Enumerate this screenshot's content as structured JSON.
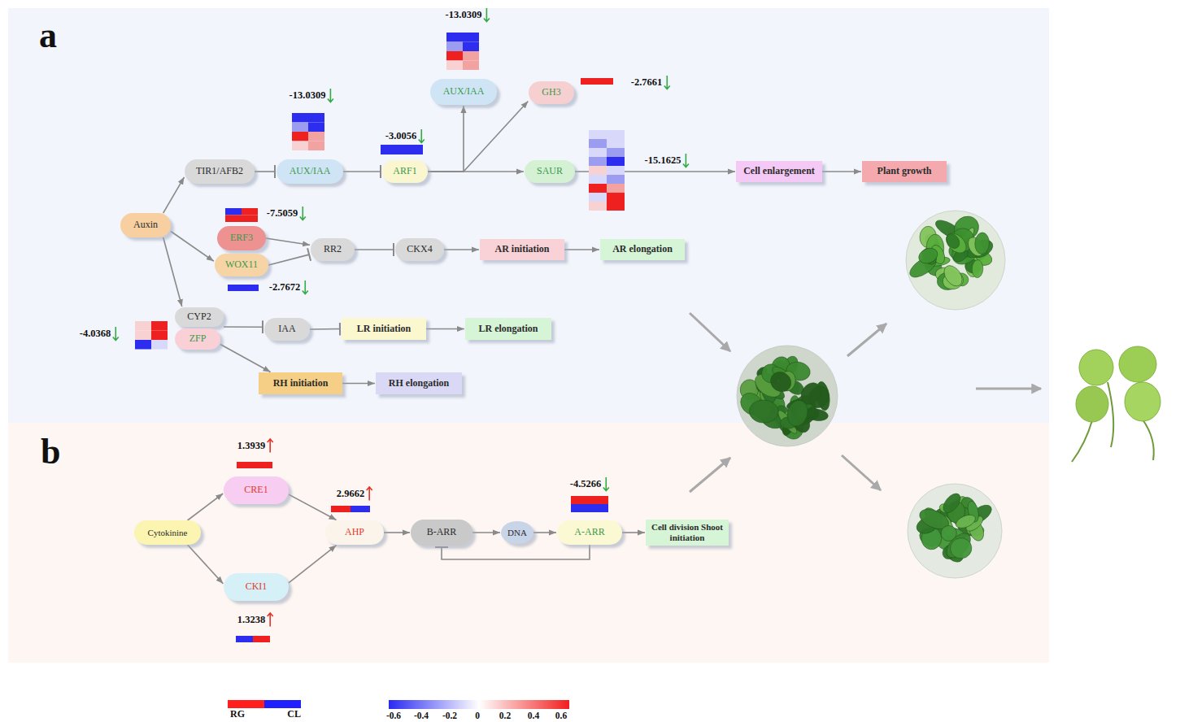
{
  "diagram": {
    "nodes": [
      {
        "text": [
          "a"
        ]
      },
      {
        "text": [
          "Auxin"
        ],
        "in": 0
      },
      {
        "text": [
          "TIR1/AFB2"
        ],
        "in": 0
      },
      {
        "text": [
          "AUX/IAA"
        ],
        "in": 0
      },
      {
        "text": [
          "ARF1"
        ],
        "in": 0
      },
      {
        "text": [
          "AUX/IAA"
        ],
        "in": 0
      },
      {
        "text": [
          "GH3"
        ],
        "in": 0
      },
      {
        "text": [
          "SAUR"
        ],
        "in": 0
      },
      {
        "text": [
          "Cell enlargement"
        ],
        "in": 0
      },
      {
        "text": [
          "Plant growth"
        ],
        "in": 0
      },
      {
        "text": [
          "ERF3"
        ],
        "in": 0
      },
      {
        "text": [
          "WOX11"
        ],
        "in": 0
      },
      {
        "text": [
          "RR2"
        ],
        "in": 0
      },
      {
        "text": [
          "CKX4"
        ],
        "in": 0
      },
      {
        "text": [
          "AR initiation"
        ],
        "in": 0
      },
      {
        "text": [
          "AR elongation"
        ],
        "in": 0
      },
      {
        "text": [
          "CYP2"
        ],
        "in": 0
      },
      {
        "text": [
          "ZFP"
        ],
        "in": 0
      },
      {
        "text": [
          "IAA"
        ],
        "in": 0
      },
      {
        "text": [
          "LR initiation"
        ],
        "in": 0
      },
      {
        "text": [
          "LR elongation"
        ],
        "in": 0
      },
      {
        "text": [
          "RH initiation"
        ],
        "in": 0
      },
      {
        "text": [
          "RH elongation"
        ],
        "in": 0
      },
      {
        "text": [
          "b"
        ]
      },
      {
        "text": [
          "Cytokinine"
        ],
        "in": 23
      },
      {
        "text": [
          "CRE1"
        ],
        "in": 23
      },
      {
        "text": [
          "CKI1"
        ],
        "in": 23
      },
      {
        "text": [
          "AHP"
        ],
        "in": 23
      },
      {
        "text": [
          "B-ARR"
        ],
        "in": 23
      },
      {
        "text": [
          "DNA"
        ],
        "in": 23
      },
      {
        "text": [
          "A-ARR"
        ],
        "in": 23
      },
      {
        "text": [
          "Cell division Shoot initiation"
        ],
        "in": 23
      }
    ],
    "edges": [
      {
        "from": 1,
        "to": 2,
        "arrow": "to"
      },
      {
        "from": 1,
        "to": 11,
        "arrow": "to"
      },
      {
        "from": 1,
        "to": 16,
        "arrow": "to"
      },
      {
        "from": 2,
        "to": 3,
        "arrow": "to"
      },
      {
        "from": 3,
        "to": 4,
        "arrow": "to"
      },
      {
        "from": 4,
        "to": 5,
        "arrow": "to"
      },
      {
        "from": 4,
        "to": 6,
        "arrow": "to"
      },
      {
        "from": 4,
        "to": 7,
        "arrow": "to"
      },
      {
        "from": 7,
        "to": 8,
        "arrow": "to"
      },
      {
        "from": 8,
        "to": 9,
        "arrow": "to"
      },
      {
        "from": 10,
        "to": 12,
        "arrow": "to"
      },
      {
        "from": 11,
        "to": 12,
        "arrow": "to"
      },
      {
        "from": 12,
        "to": 13,
        "arrow": "to"
      },
      {
        "from": 13,
        "to": 14,
        "arrow": "to"
      },
      {
        "from": 14,
        "to": 15,
        "arrow": "to"
      },
      {
        "from": 16,
        "to": 18,
        "arrow": "to"
      },
      {
        "from": 18,
        "to": 19,
        "arrow": "to"
      },
      {
        "from": 19,
        "to": 20,
        "arrow": "to"
      },
      {
        "from": 17,
        "to": 21,
        "arrow": "to"
      },
      {
        "from": 21,
        "to": 22,
        "arrow": "to"
      },
      {
        "from": 24,
        "to": 25,
        "arrow": "to"
      },
      {
        "from": 24,
        "to": 26,
        "arrow": "to"
      },
      {
        "from": 25,
        "to": 27,
        "arrow": "to"
      },
      {
        "from": 26,
        "to": 27,
        "arrow": "to"
      },
      {
        "from": 27,
        "to": 28,
        "arrow": "to"
      },
      {
        "from": 28,
        "to": 29,
        "arrow": "to"
      },
      {
        "from": 29,
        "to": 30,
        "arrow": "to"
      },
      {
        "from": 30,
        "to": 31,
        "arrow": "to"
      },
      {
        "from": 30,
        "to": 28,
        "arrow": "to"
      }
    ],
    "labels": [
      "-13.0309",
      "-13.0309",
      "-3.0056",
      "-2.7661",
      "-15.1625",
      "-7.5059",
      "-2.7672",
      "-4.0368",
      "1.3939",
      "2.9662",
      "-4.5266",
      "1.3238",
      "-0.6",
      "-0.4",
      "-0.2",
      "0",
      "0.2",
      "0.4",
      "0.6"
    ],
    "legend": [
      {
        "text": "RG",
        "color": "#ff1f1f"
      },
      {
        "text": "CL",
        "color": "#2020ff"
      }
    ]
  }
}
